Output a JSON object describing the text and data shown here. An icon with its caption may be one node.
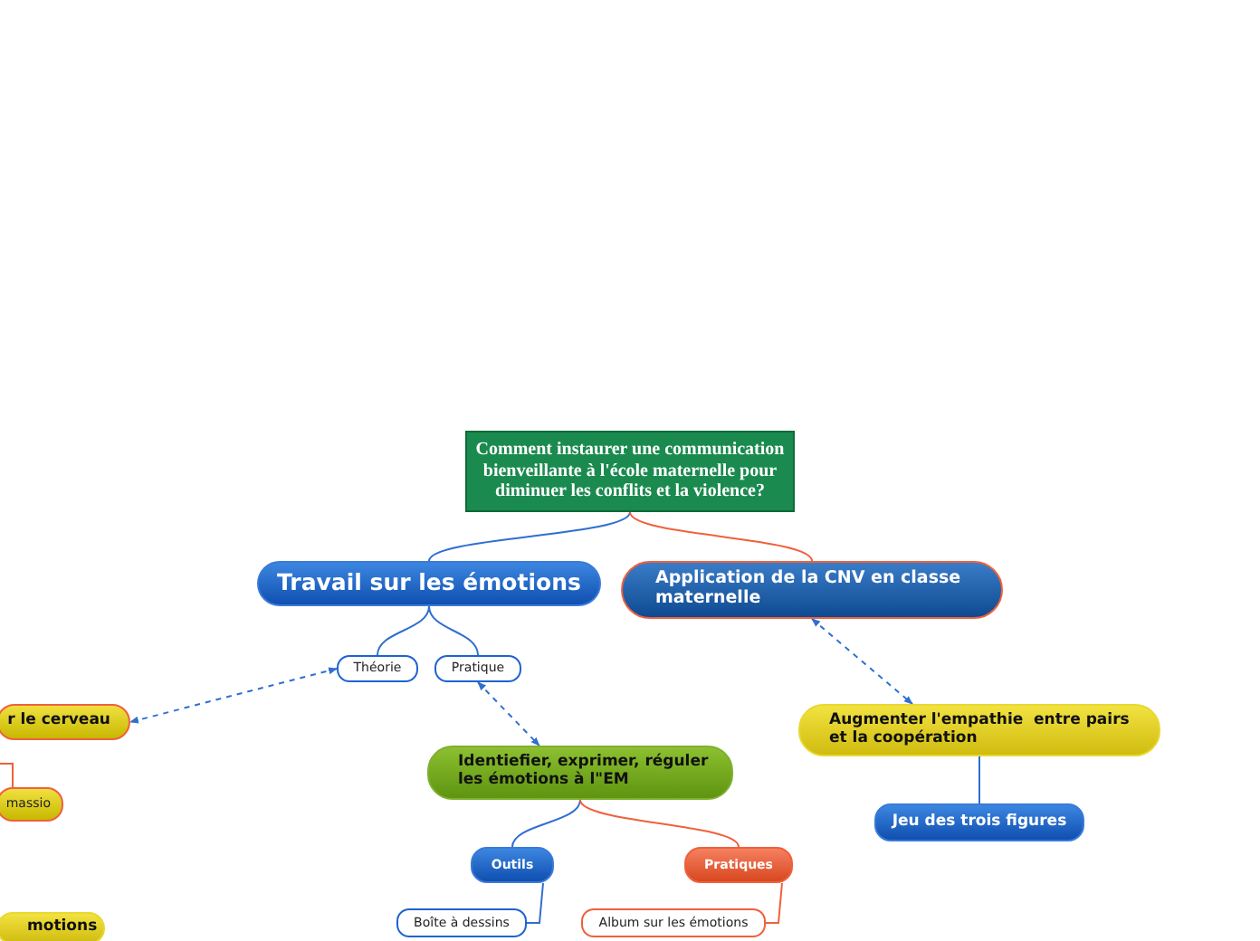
{
  "diagram": {
    "nodes": [
      {
        "text": [
          "Comment instaurer une communication bienveillante à l'école maternelle pour diminuer les conflits et la violence?"
        ]
      },
      {
        "text": [
          "Travail sur les émotions"
        ]
      },
      {
        "text": [
          "Application de la CNV en classe maternelle"
        ]
      },
      {
        "text": [
          "Théorie"
        ]
      },
      {
        "text": [
          "Pratique"
        ]
      },
      {
        "text": [
          "r le cerveau"
        ]
      },
      {
        "text": [
          "massio"
        ]
      },
      {
        "text": [
          "Identiefier, exprimer, réguler les émotions à l\"EM"
        ]
      },
      {
        "text": [
          "Augmenter l'empathie  entre pairs et la coopération"
        ]
      },
      {
        "text": [
          "Jeu des trois figures"
        ]
      },
      {
        "text": [
          "Outils"
        ]
      },
      {
        "text": [
          "Pratiques"
        ]
      },
      {
        "text": [
          "Boîte à dessins"
        ]
      },
      {
        "text": [
          "Album sur les émotions"
        ]
      },
      {
        "text": [
          "motions"
        ]
      }
    ],
    "edges": [
      {
        "from": 0,
        "to": 1,
        "arrow": "none"
      },
      {
        "from": 0,
        "to": 2,
        "arrow": "none",
        "color": "#f0603c"
      },
      {
        "from": 1,
        "to": 3,
        "arrow": "none"
      },
      {
        "from": 1,
        "to": 4,
        "arrow": "none"
      },
      {
        "from": 3,
        "to": 5,
        "arrow": "both",
        "style": "dashed"
      },
      {
        "from": 4,
        "to": 7,
        "arrow": "both",
        "style": "dashed"
      },
      {
        "from": 2,
        "to": 8,
        "arrow": "both",
        "style": "dashed"
      },
      {
        "from": 8,
        "to": 9,
        "arrow": "none"
      },
      {
        "from": 7,
        "to": 10,
        "arrow": "none"
      },
      {
        "from": 7,
        "to": 11,
        "arrow": "none",
        "color": "#f0603c"
      },
      {
        "from": 10,
        "to": 12,
        "arrow": "none"
      },
      {
        "from": 11,
        "to": 13,
        "arrow": "none",
        "color": "#f0603c"
      },
      {
        "from": null,
        "to": 6,
        "arrow": "none",
        "color": "#f0603c"
      }
    ]
  }
}
